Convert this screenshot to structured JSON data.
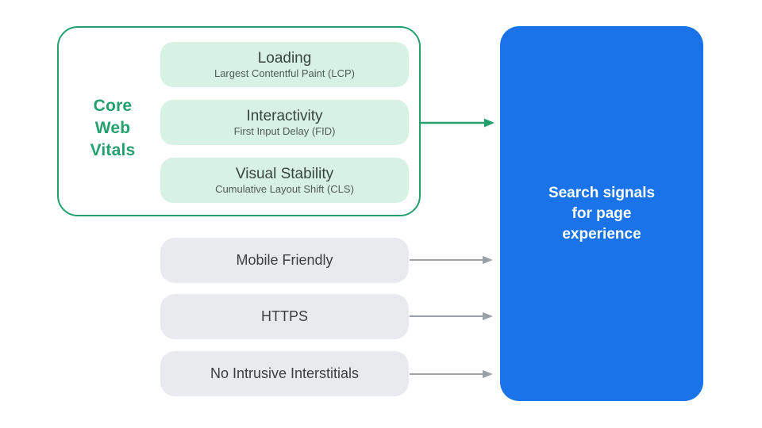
{
  "palette": {
    "green": "#23a06e",
    "green_light": "#d7f2e4",
    "metric_title": "#37453e",
    "metric_subtitle": "#4d5d55",
    "gray_fill": "#e8eaed",
    "gray_text": "#3c4043",
    "arrow_gray": "#9aa0a6",
    "blue": "#1a73e8",
    "white": "#ffffff"
  },
  "core_web_vitals": {
    "label_lines": [
      "Core",
      "Web",
      "Vitals"
    ],
    "metrics": [
      {
        "title": "Loading",
        "subtitle": "Largest Contentful Paint (LCP)"
      },
      {
        "title": "Interactivity",
        "subtitle": "First Input Delay (FID)"
      },
      {
        "title": "Visual Stability",
        "subtitle": "Cumulative Layout Shift (CLS)"
      }
    ]
  },
  "other_signals": [
    {
      "label": "Mobile Friendly"
    },
    {
      "label": "HTTPS"
    },
    {
      "label": "No Intrusive Interstitials"
    }
  ],
  "result": {
    "label_lines": [
      "Search signals",
      "for page",
      "experience"
    ]
  }
}
